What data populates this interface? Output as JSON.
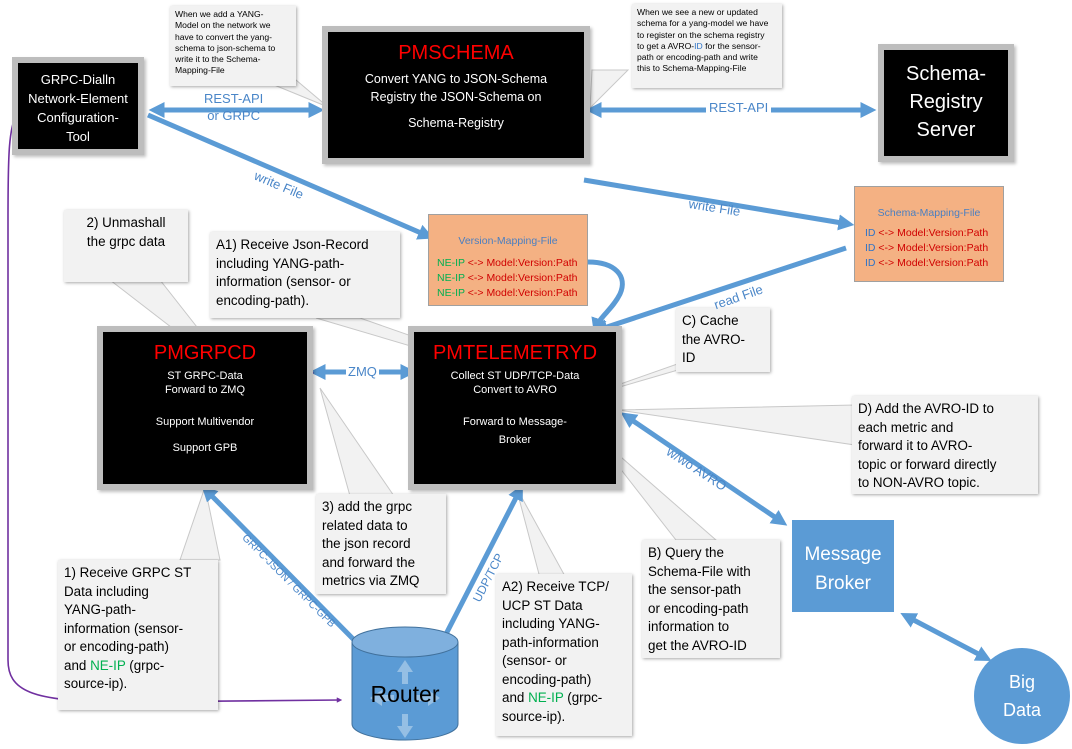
{
  "nodes": {
    "config_tool": {
      "lines": [
        "GRPC-Dialln",
        "Network-Element",
        "Configuration-",
        "Tool"
      ]
    },
    "pmschema": {
      "title": "PMSCHEMA",
      "lines": [
        "Convert YANG to JSON-Schema",
        "Registry the JSON-Schema on",
        "Schema-Registry"
      ]
    },
    "schema_registry": {
      "lines": [
        "Schema-",
        "Registry",
        "Server"
      ]
    },
    "pmgrpcd": {
      "title": "PMGRPCD",
      "lines": [
        "ST GRPC-Data",
        "Forward to ZMQ",
        "Support Multivendor",
        "Support GPB"
      ]
    },
    "pmtelemetryd": {
      "title": "PMTELEMETRYD",
      "lines": [
        "Collect ST UDP/TCP-Data",
        "Convert to AVRO",
        "Forward to Message-",
        "Broker"
      ]
    },
    "message_broker": {
      "lines": [
        "Message",
        "Broker"
      ]
    },
    "big_data": {
      "lines": [
        "Big",
        "Data"
      ]
    },
    "router": {
      "label": "Router"
    }
  },
  "files": {
    "version_mapping": {
      "title": "Version-Mapping-File",
      "rows": [
        {
          "key": "NE-IP",
          "arrow": " <-> ",
          "value": "Model:Version:Path"
        },
        {
          "key": "NE-IP",
          "arrow": " <-> ",
          "value": "Model:Version:Path"
        },
        {
          "key": "NE-IP",
          "arrow": " <-> ",
          "value": "Model:Version:Path"
        }
      ]
    },
    "schema_mapping": {
      "title": "Schema-Mapping-File",
      "rows": [
        {
          "key": "ID",
          "arrow": " <-> ",
          "value": "Model:Version:Path"
        },
        {
          "key": "ID",
          "arrow": " <-> ",
          "value": "Model:Version:Path"
        },
        {
          "key": "ID",
          "arrow": " <-> ",
          "value": "Model:Version:Path"
        }
      ]
    }
  },
  "callouts": {
    "yang_add": {
      "lines": [
        "When we add a YANG-",
        "Model on the network we",
        "have to convert the yang-",
        "schema to json-schema to",
        "write it to the Schema-",
        "Mapping-File"
      ]
    },
    "new_schema": {
      "line1": "When we see a new or updated",
      "line2": "schema for a yang-model we have",
      "line3": "to register on the schema registry",
      "line4_pre": "to get a AVRO-",
      "line4_id": "ID",
      "line4_post": " for the sensor-",
      "line5": "path or encoding-path and write",
      "line6": "this to Schema-Mapping-File"
    },
    "unmarshall": {
      "lines": [
        "2) Unmashall",
        "the grpc data"
      ]
    },
    "a1": {
      "lines": [
        "A1) Receive Json-Record",
        "including YANG-path-",
        "information (sensor- or",
        "encoding-path)."
      ]
    },
    "cache": {
      "lines": [
        "C) Cache",
        "the AVRO-",
        "ID"
      ]
    },
    "d": {
      "lines": [
        "D) Add the AVRO-ID to",
        "each metric and",
        "forward it to AVRO-",
        "topic or forward directly",
        "to NON-AVRO topic."
      ]
    },
    "three": {
      "lines": [
        "3) add the grpc",
        "related data to",
        "the json record",
        "and forward the",
        "metrics via ZMQ"
      ]
    },
    "b": {
      "lines": [
        "B) Query the",
        "Schema-File with",
        "the sensor-path",
        "or encoding-path",
        "information to",
        "get the AVRO-ID"
      ]
    },
    "one": {
      "l1": "1) Receive GRPC ST",
      "l2": "Data including",
      "l3": "YANG-path-",
      "l4": "information (sensor-",
      "l5": "or encoding-path)",
      "l6_pre": "and ",
      "l6_ne": "NE-IP",
      "l6_post": " (grpc-",
      "l7": "source-ip)."
    },
    "a2": {
      "l1": "A2) Receive TCP/",
      "l2": "UCP ST Data",
      "l3": "including YANG-",
      "l4": "path-information",
      "l5": "(sensor- or",
      "l6": "encoding-path)",
      "l7_pre": "and ",
      "l7_ne": "NE-IP",
      "l7_post": " (grpc-",
      "l8": "source-ip)."
    }
  },
  "edge_labels": {
    "rest_api_grpc": [
      "REST-API",
      "or GRPC"
    ],
    "rest_api": "REST-API",
    "write_file_1": "write File",
    "write_file_2": "write File",
    "read_file": "read File",
    "zmq": "ZMQ",
    "wo_avro": "w/wo AVRO",
    "grpc_json": "GRPC-JSON / GRPC-GPB",
    "udp_tcp": "UDP/TCP"
  },
  "colors": {
    "arrow_blue": "#5b9bd5",
    "purple": "#7030a0",
    "title_red": "#ff0000",
    "scroll_fill": "#f4b183",
    "callout_fill": "#f2f2f2",
    "ne_green": "#00b050"
  }
}
